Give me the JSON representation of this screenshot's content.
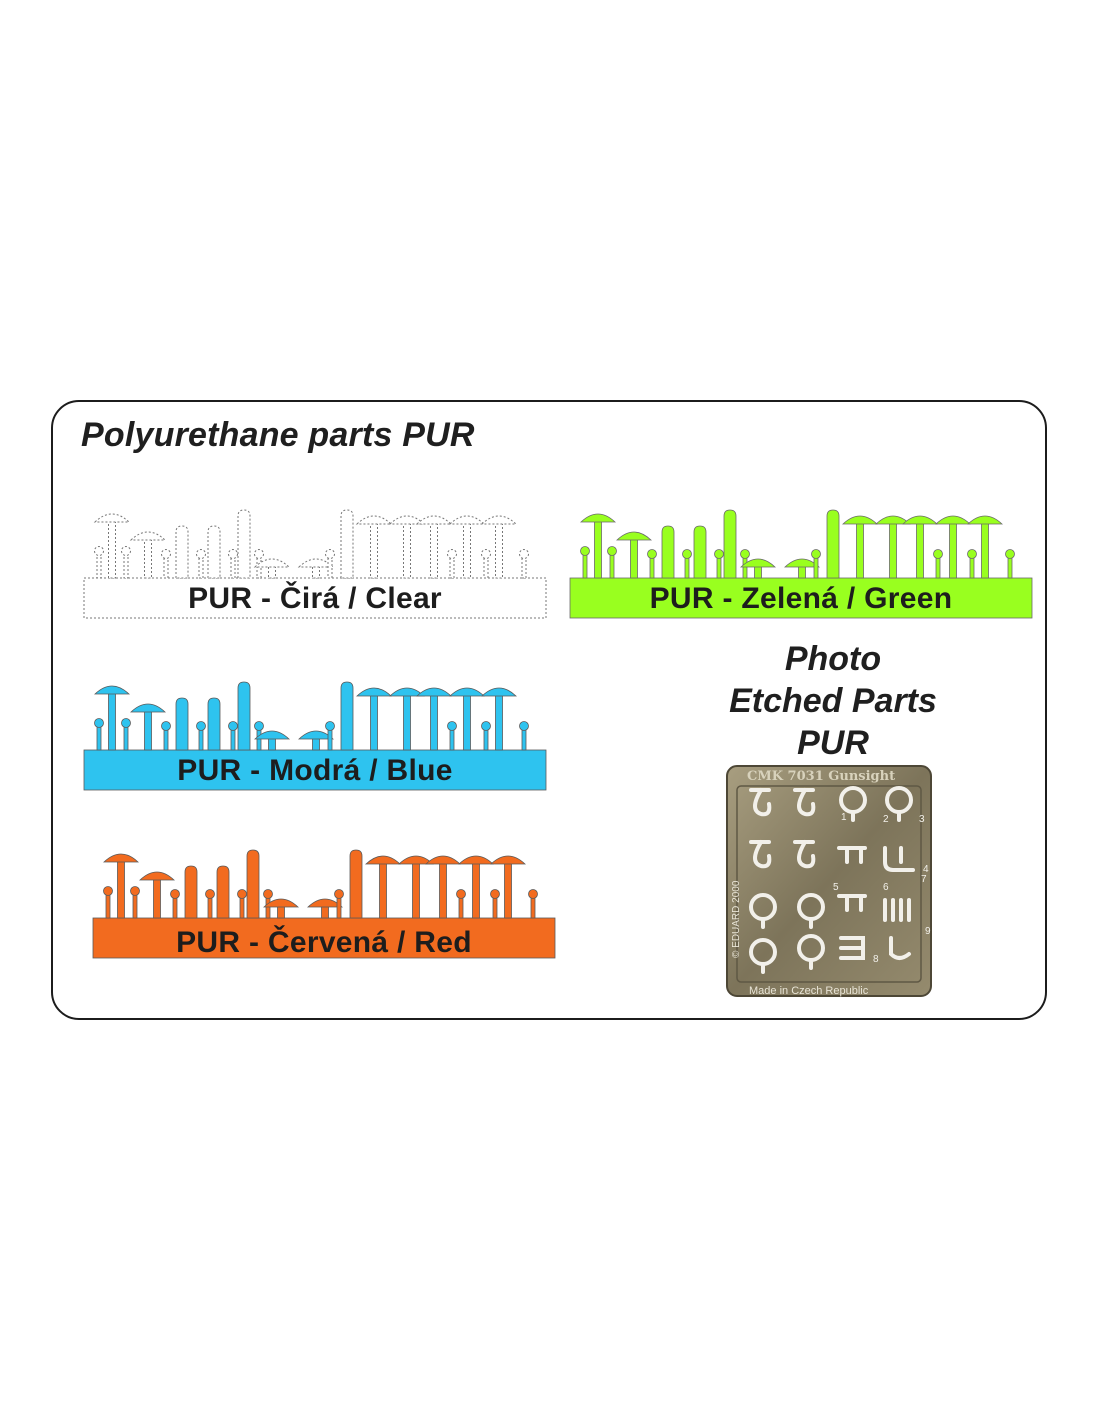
{
  "heading": "Polyurethane parts PUR",
  "sprues": [
    {
      "key": "clear",
      "label": "PUR - Čirá / Clear",
      "color": "#ffffff",
      "outline": "#777777",
      "dashed": true
    },
    {
      "key": "green",
      "label": "PUR - Zelená / Green",
      "color": "#99ff1f",
      "outline": "#6a6a6a",
      "dashed": false
    },
    {
      "key": "blue",
      "label": "PUR - Modrá / Blue",
      "color": "#2ec3ef",
      "outline": "#5a5a5a",
      "dashed": false
    },
    {
      "key": "red",
      "label": "PUR - Červená / Red",
      "color": "#f26b1f",
      "outline": "#5a5a5a",
      "dashed": false
    }
  ],
  "photo_etched": {
    "title_lines": [
      "Photo",
      "Etched Parts",
      "PUR"
    ],
    "fret_header": "CMK 7031   Gunsight",
    "fret_copyright": "© EDUARD 2000",
    "fret_footer": "Made in Czech Republic",
    "part_numbers": [
      "1",
      "2",
      "3",
      "4",
      "5",
      "6",
      "7",
      "8",
      "9"
    ],
    "colors": {
      "fret": "#8c8266",
      "fret_dark": "#5f5844",
      "part": "#f2f0ea"
    }
  }
}
